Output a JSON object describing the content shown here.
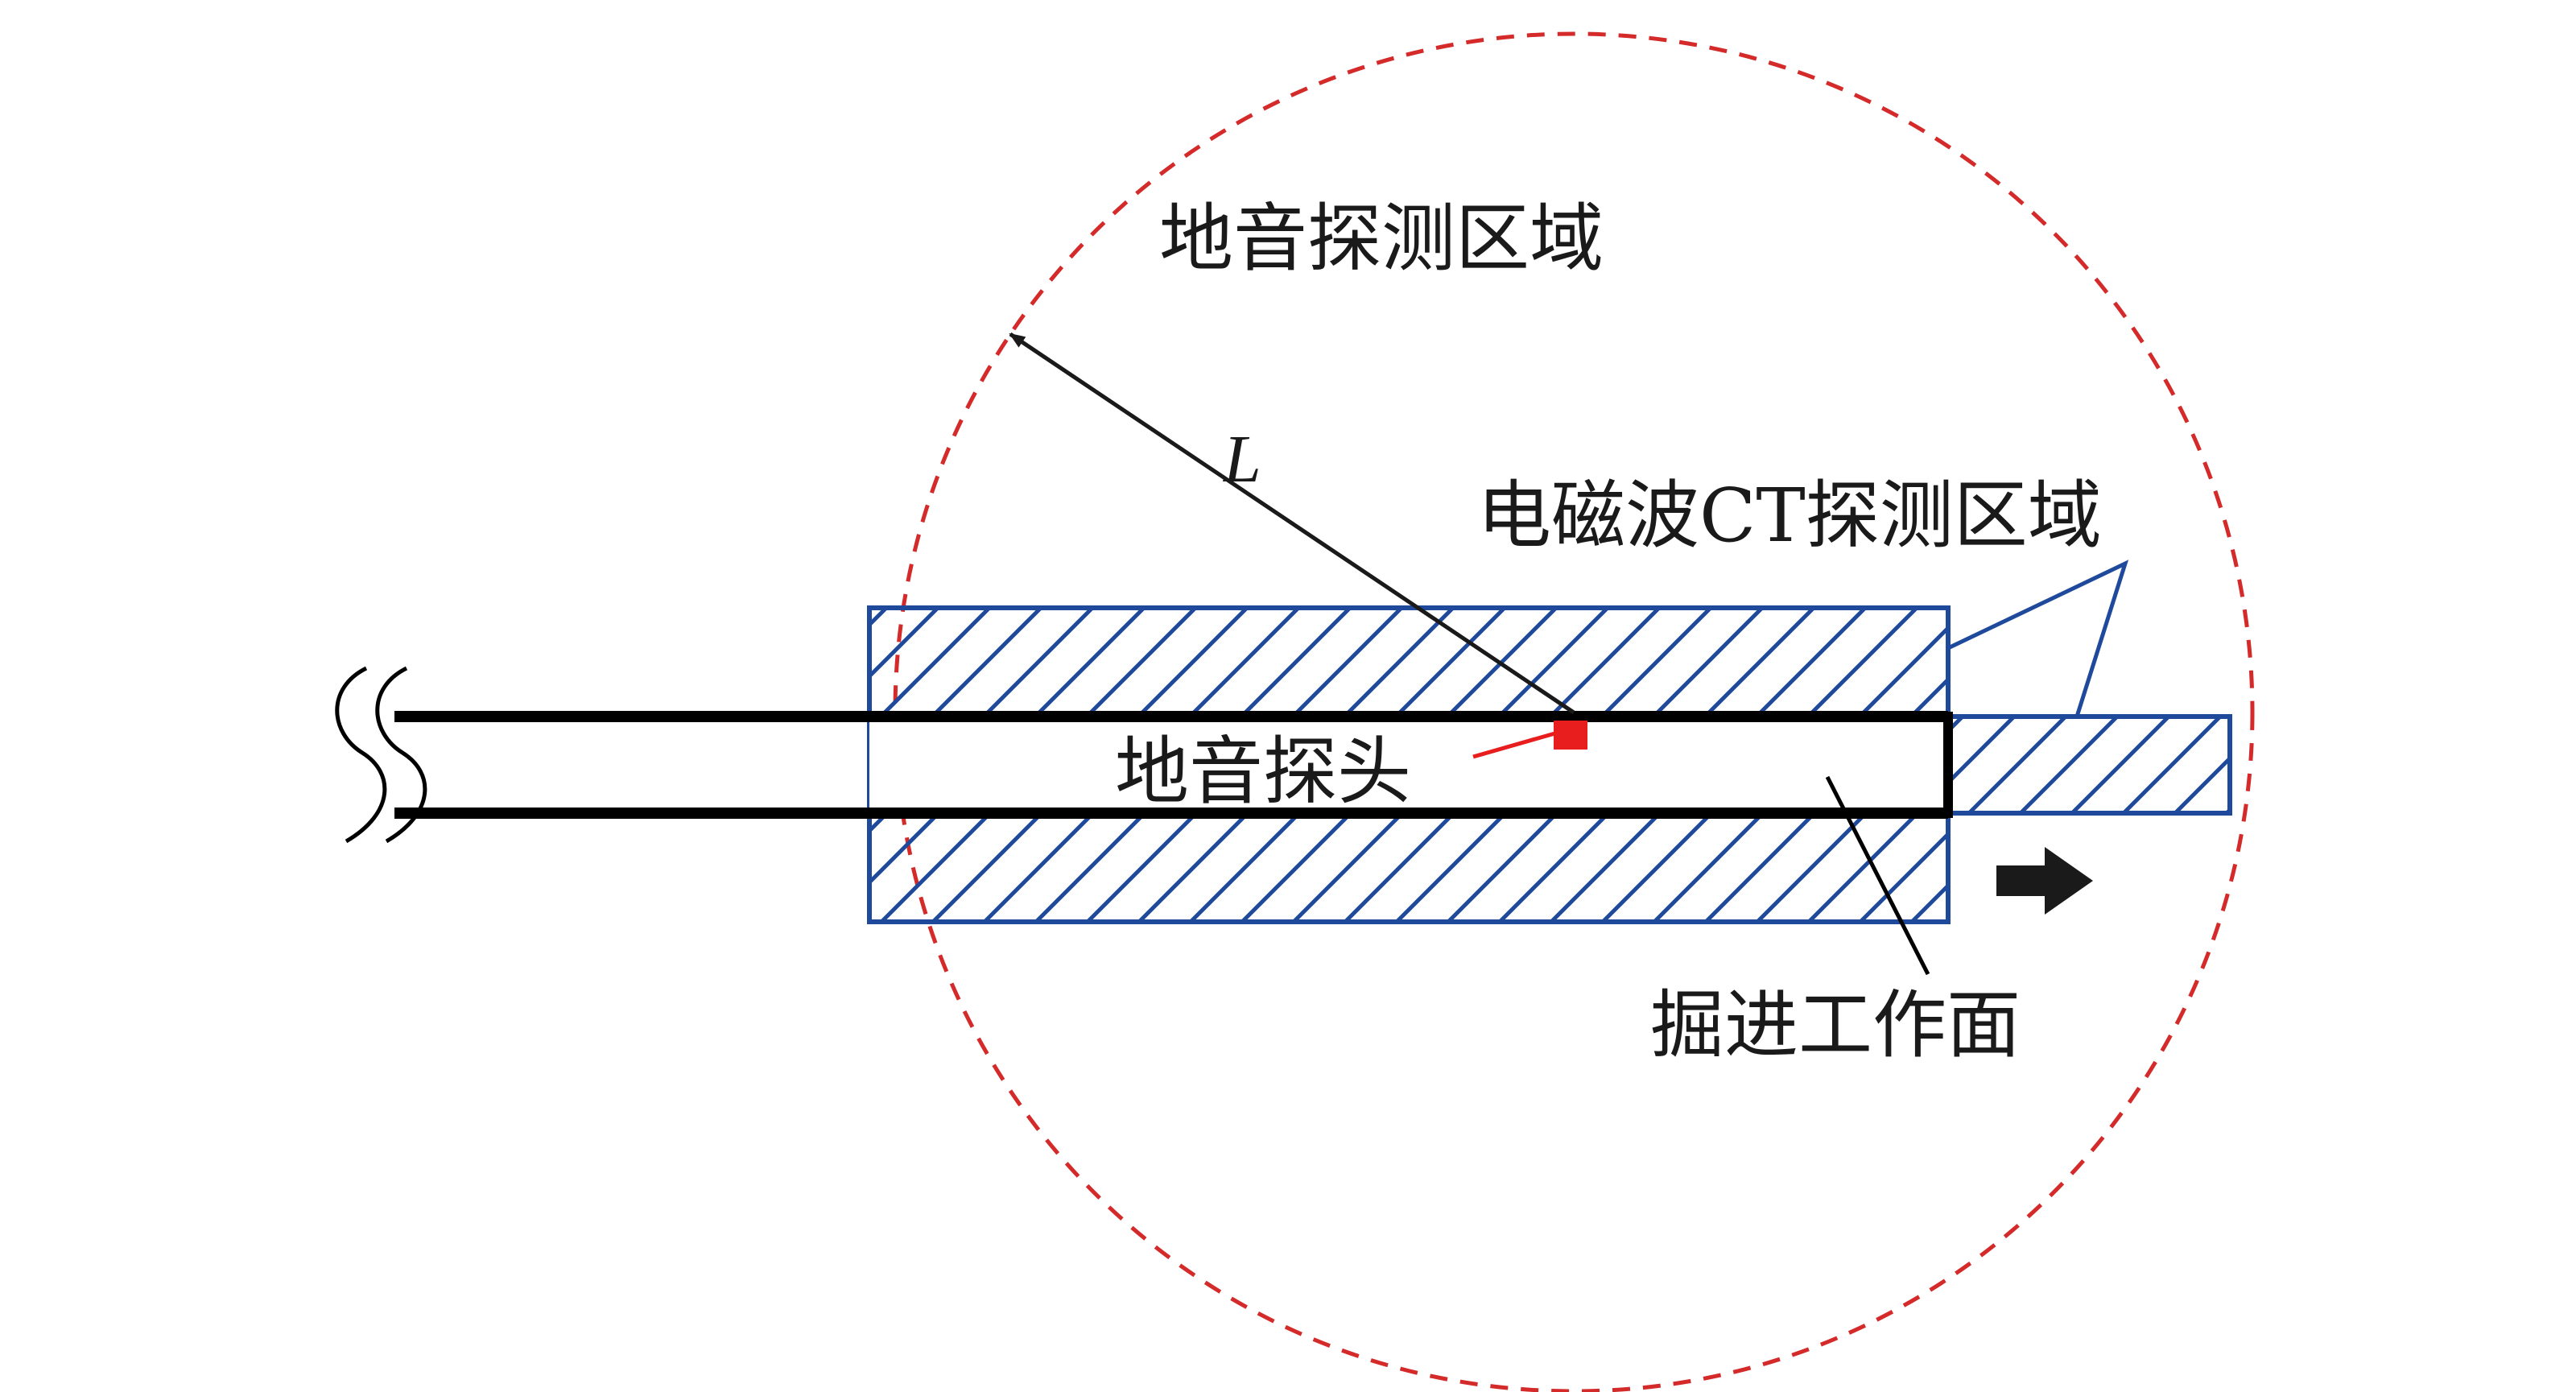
{
  "labels": {
    "seismic_zone": "地音探测区域",
    "radius": "L",
    "em_ct_zone": "电磁波CT探测区域",
    "probe": "地音探头",
    "face": "掘进工作面"
  },
  "colors": {
    "circle": "#d42a2a",
    "hatch_zone": "#1f4a9c",
    "tunnel": "#000000",
    "probe": "#e81e1e",
    "arrow": "#1a1a1a"
  }
}
